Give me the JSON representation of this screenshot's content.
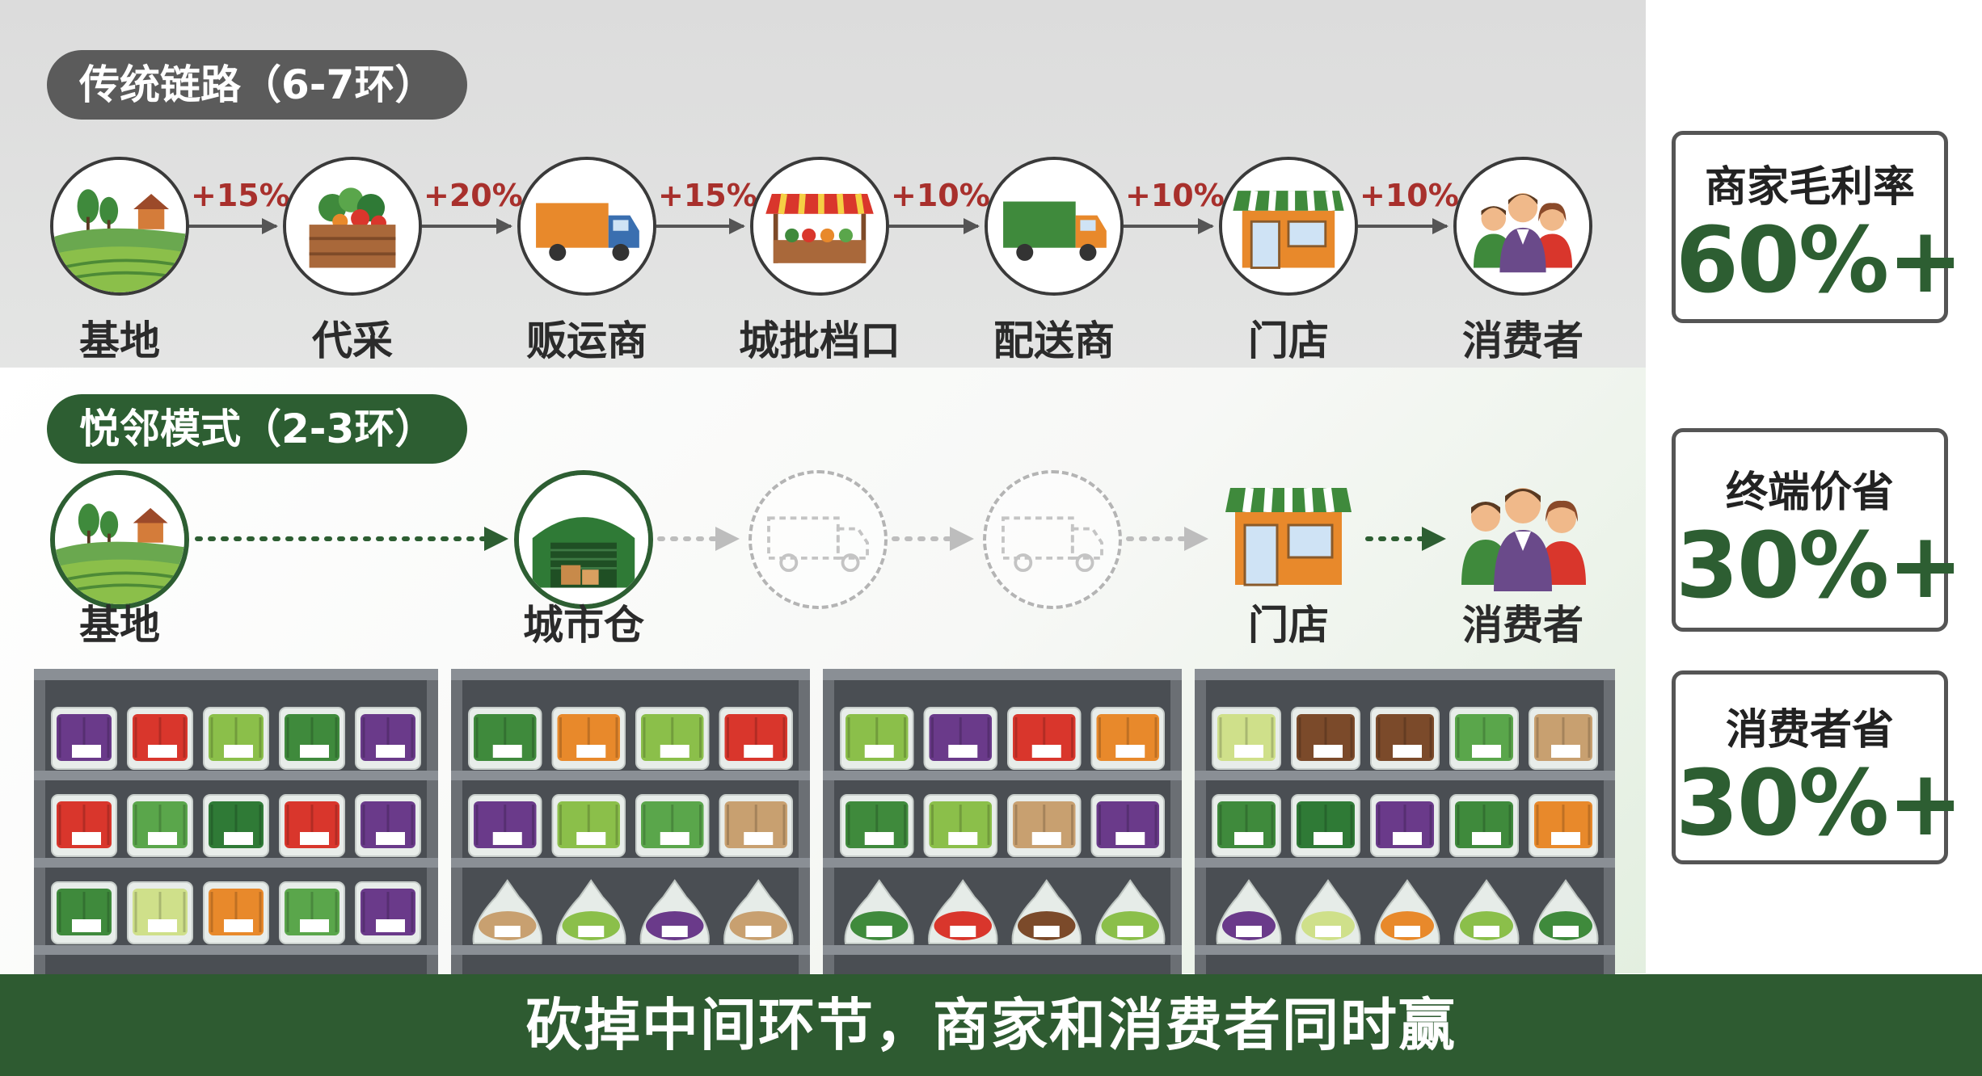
{
  "traditional": {
    "pill": "传统链路（6-7环）",
    "nodes": [
      {
        "label": "基地",
        "icon": "farm-icon"
      },
      {
        "label": "代采",
        "icon": "produce-crate-icon"
      },
      {
        "label": "贩运商",
        "icon": "orange-truck-icon"
      },
      {
        "label": "城批档口",
        "icon": "market-stall-icon"
      },
      {
        "label": "配送商",
        "icon": "green-truck-icon"
      },
      {
        "label": "门店",
        "icon": "storefront-icon"
      },
      {
        "label": "消费者",
        "icon": "family-icon"
      }
    ],
    "markups": [
      "+15%",
      "+20%",
      "+15%",
      "+10%",
      "+10%",
      "+10%"
    ]
  },
  "yuelin": {
    "pill": "悦邻模式（2-3环）",
    "nodes": [
      {
        "label": "基地",
        "icon": "farm-icon"
      },
      {
        "label": "城市仓",
        "icon": "warehouse-icon"
      },
      {
        "label": "",
        "icon": "bypassed-truck-icon"
      },
      {
        "label": "",
        "icon": "bypassed-truck-icon"
      },
      {
        "label": "门店",
        "icon": "storefront-icon"
      },
      {
        "label": "消费者",
        "icon": "family-icon"
      }
    ]
  },
  "stats": [
    {
      "label": "商家毛利率",
      "value": "60%+"
    },
    {
      "label": "终端价省",
      "value": "30%+"
    },
    {
      "label": "消费者省",
      "value": "30%+"
    }
  ],
  "footer": "砍掉中间环节，商家和消费者同时赢",
  "colors": {
    "green": "#2d5e32",
    "markup_red": "#a8302c",
    "gray_pill": "#5b5b5b",
    "footer_bg": "#2e5b31"
  }
}
